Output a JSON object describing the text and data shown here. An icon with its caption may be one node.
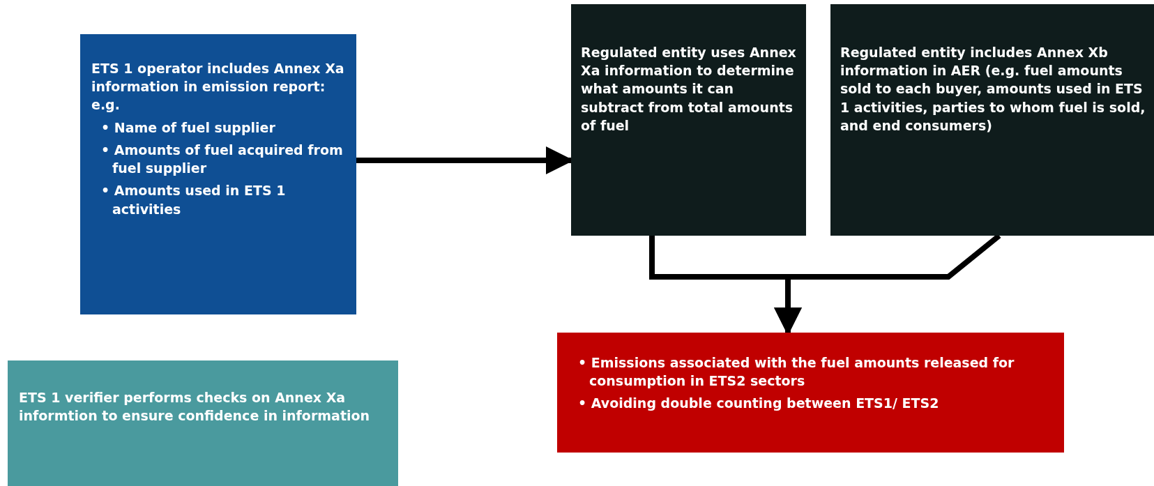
{
  "diagram": {
    "nodes": [
      {
        "text": [
          "ETS 1 operator includes Annex Xa information in emission report: e.g.",
          "• Name of fuel supplier",
          "• Amounts of fuel acquired from fuel supplier",
          "• Amounts used in ETS 1 activities"
        ]
      },
      {
        "text": [
          "Regulated entity uses Annex Xa information to determine what amounts it can subtract from total amounts of fuel"
        ]
      },
      {
        "text": [
          "Regulated entity includes Annex Xb information in AER (e.g. fuel amounts sold to each buyer, amounts used in ETS 1 activities, parties to whom fuel is sold, and end consumers)"
        ]
      },
      {
        "text": [
          "• Emissions associated with the fuel amounts released for consumption in ETS2 sectors",
          "• Avoiding double counting between ETS1/ ETS2"
        ]
      },
      {
        "text": [
          "ETS 1 verifier performs checks on Annex Xa informtion to ensure confidence in information"
        ]
      }
    ],
    "edges": [
      {
        "from": 0,
        "to": 1,
        "arrow": "to"
      },
      {
        "from": 1,
        "to": 3,
        "arrow": "to"
      },
      {
        "from": 2,
        "to": 3,
        "arrow": "to"
      }
    ]
  }
}
